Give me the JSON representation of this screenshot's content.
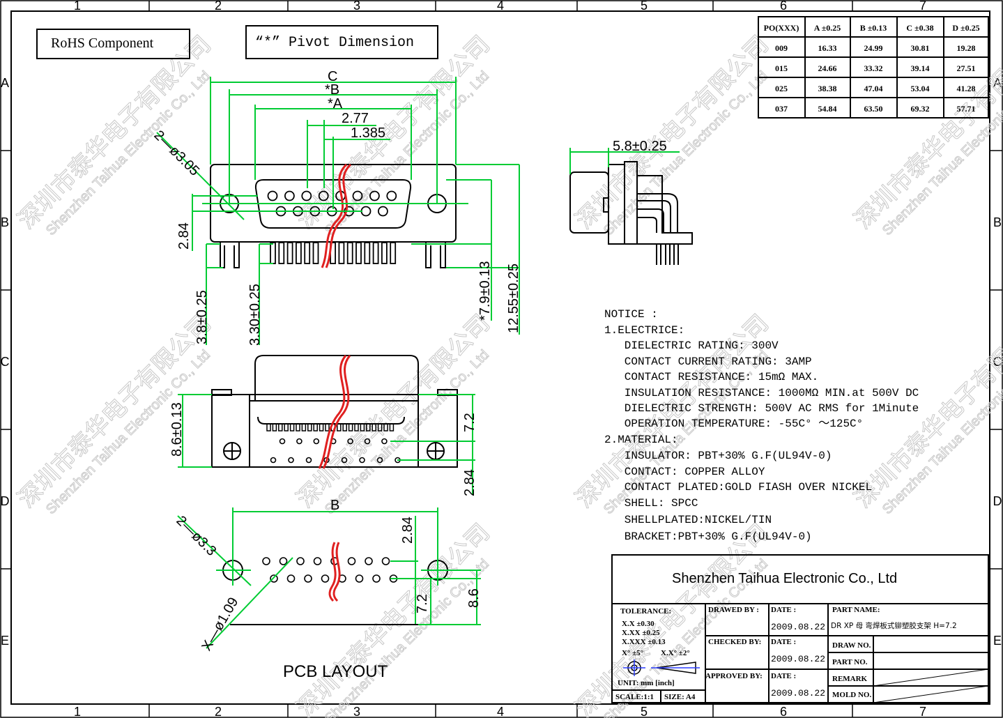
{
  "frame": {
    "col_labels": [
      "1",
      "2",
      "3",
      "4",
      "5",
      "6",
      "7"
    ],
    "row_labels": [
      "A",
      "B",
      "C",
      "D",
      "E"
    ]
  },
  "labels": {
    "rohs": "RoHS  Component",
    "pivot": "“*” Pivot Dimension"
  },
  "dim_table": {
    "headers": [
      "PO(XXX)",
      "A ±0.25",
      "B ±0.13",
      "C ±0.38",
      "D ±0.25"
    ],
    "rows": [
      [
        "009",
        "16.33",
        "24.99",
        "30.81",
        "19.28"
      ],
      [
        "015",
        "24.66",
        "33.32",
        "39.14",
        "27.51"
      ],
      [
        "025",
        "38.38",
        "47.04",
        "53.04",
        "41.28"
      ],
      [
        "037",
        "54.84",
        "63.50",
        "69.32",
        "57.71"
      ]
    ]
  },
  "front_view": {
    "dims": {
      "c": "C",
      "b": "*B",
      "a": "*A",
      "pitch": "2.77",
      "half_pitch": "1.385",
      "hole": "2—ø3.05",
      "row_gap": "2.84",
      "leg_a": "3.8±0.25",
      "leg_b": "3.30±0.25",
      "height_a": "*7.9±0.13",
      "height_b": "12.55±0.25"
    }
  },
  "side_view": {
    "dim": "5.8±0.25"
  },
  "bottom_view": {
    "dims": {
      "height": "8.6±0.13",
      "pin_off": "7.2",
      "row_gap": "2.84"
    }
  },
  "pcb": {
    "title": "PCB  LAYOUT",
    "dims": {
      "b": "B",
      "row_gap": "2.84",
      "hole": "2—ø3.3",
      "pin_hole": "X—ø1.09",
      "pin_off": "7.2",
      "width": "8.6"
    }
  },
  "notice": {
    "lines": [
      "NOTICE :",
      "1.ELECTRICE:",
      "  DIELECTRIC RATING: 300V",
      "  CONTACT CURRENT RATING: 3AMP",
      "  CONTACT RESISTANCE: 15mΩ  MAX.",
      "  INSULATION RESISTANCE: 1000MΩ  MIN.at 500V DC",
      "  DIELECTRIC STRENGTH: 500V AC RMS for 1Minute",
      "  OPERATION TEMPERATURE: -55C° ～125C°",
      "2.MATERIAL:",
      "  INSULATOR: PBT+30% G.F(UL94V-0)",
      "  CONTACT: COPPER ALLOY",
      "  CONTACT PLATED:GOLD FIASH OVER NICKEL",
      "  SHELL: SPCC",
      "  SHELLPLATED:NICKEL/TIN",
      "  BRACKET:PBT+30% G.F(UL94V-0)"
    ]
  },
  "title_block": {
    "company": "Shenzhen Taihua Electronic Co., Ltd",
    "tolerance_label": "TOLERANCE:",
    "tol_lines": [
      "X.X    ±0.30",
      "X.XX   ±0.25",
      "X.XXX  ±0.13"
    ],
    "angle_tols": [
      "X° ±5°",
      "X.X° ±2°"
    ],
    "unit": "UNIT: mm [inch]",
    "scale": "SCALE:1:1",
    "size": "SIZE: A4",
    "drawn_by": "DRAWED  BY :",
    "checked_by": "CHECKED  BY:",
    "approved_by": "APPROVED  BY:",
    "date_label": "DATE :",
    "dates": [
      "2009.08.22",
      "2009.08.22",
      "2009.08.22"
    ],
    "part_name_label": "PART  NAME:",
    "part_name": "DR XP 母 弯焊板式铆塑胶支架 H=7.2",
    "draw_no": "DRAW  NO.",
    "part_no": "PART  NO.",
    "remark": "REMARK",
    "mold_no": "MOLD  NO."
  },
  "watermark": {
    "cn": "深圳市泰华电子有限公司",
    "en": "Shenzhen Taihua Electronic Co., Ltd"
  },
  "colors": {
    "dimension": "#00cc33",
    "break": "#e02020",
    "line": "#000000",
    "watermark": "#c8c8c8"
  }
}
